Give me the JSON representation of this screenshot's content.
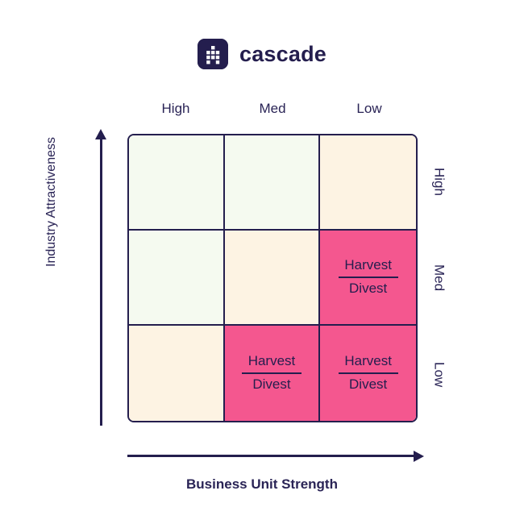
{
  "brand": {
    "name": "cascade",
    "mark_icon": "cascade-dots-logo-icon",
    "mark_color": "#241e4e",
    "text_color": "#241e4e"
  },
  "colors": {
    "border": "#241e4e",
    "text": "#2a2456",
    "cell_green": "#f5faf0",
    "cell_cream": "#fdf3e3",
    "cell_pink": "#f4578f"
  },
  "axes": {
    "y_label": "Industry Attractiveness",
    "x_label": "Business Unit Strength",
    "y_arrow_direction": "up",
    "x_arrow_direction": "right"
  },
  "column_headers": [
    "High",
    "Med",
    "Low"
  ],
  "row_headers": [
    "High",
    "Med",
    "Low"
  ],
  "chart_data": {
    "type": "heatmap",
    "title": "",
    "xlabel": "Business Unit Strength",
    "ylabel": "Industry Attractiveness",
    "x_categories": [
      "High",
      "Med",
      "Low"
    ],
    "y_categories": [
      "High",
      "Med",
      "Low"
    ],
    "legend_position": "none",
    "grid": true,
    "cells": [
      {
        "row": "High",
        "col": "High",
        "fill": "#f5faf0",
        "fill_name": "green",
        "numerator": "",
        "denominator": "",
        "has_label": false
      },
      {
        "row": "High",
        "col": "Med",
        "fill": "#f5faf0",
        "fill_name": "green",
        "numerator": "",
        "denominator": "",
        "has_label": false
      },
      {
        "row": "High",
        "col": "Low",
        "fill": "#fdf3e3",
        "fill_name": "cream",
        "numerator": "",
        "denominator": "",
        "has_label": false
      },
      {
        "row": "Med",
        "col": "High",
        "fill": "#f5faf0",
        "fill_name": "green",
        "numerator": "",
        "denominator": "",
        "has_label": false
      },
      {
        "row": "Med",
        "col": "Med",
        "fill": "#fdf3e3",
        "fill_name": "cream",
        "numerator": "",
        "denominator": "",
        "has_label": false
      },
      {
        "row": "Med",
        "col": "Low",
        "fill": "#f4578f",
        "fill_name": "pink",
        "numerator": "Harvest",
        "denominator": "Divest",
        "has_label": true
      },
      {
        "row": "Low",
        "col": "High",
        "fill": "#fdf3e3",
        "fill_name": "cream",
        "numerator": "",
        "denominator": "",
        "has_label": false
      },
      {
        "row": "Low",
        "col": "Med",
        "fill": "#f4578f",
        "fill_name": "pink",
        "numerator": "Harvest",
        "denominator": "Divest",
        "has_label": true
      },
      {
        "row": "Low",
        "col": "Low",
        "fill": "#f4578f",
        "fill_name": "pink",
        "numerator": "Harvest",
        "denominator": "Divest",
        "has_label": true
      }
    ]
  }
}
